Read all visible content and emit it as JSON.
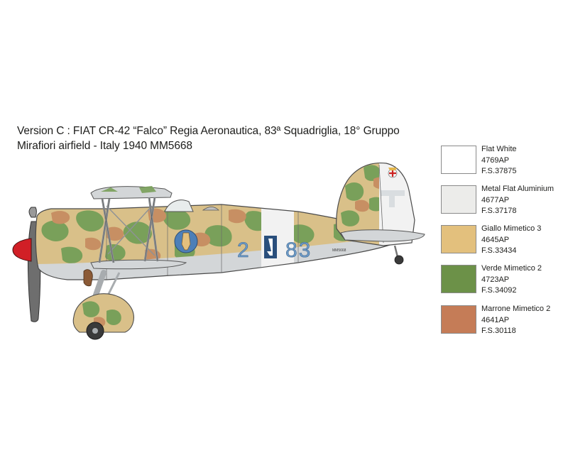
{
  "caption": {
    "line1": "Version C : FIAT CR-42 “Falco” Regia Aeronautica, 83ª Squadriglia, 18° Gruppo",
    "line2": "Mirafiori airfield - Italy 1940 MM5668"
  },
  "aircraft": {
    "code_left": "2",
    "code_right": "83",
    "serial": "MM5668",
    "colors": {
      "camo_base": "#d9c089",
      "camo_green": "#79a05a",
      "camo_brown": "#c78f63",
      "underside": "#d3d6d8",
      "spinner": "#d11f26",
      "code": "#6f9cc8"
    }
  },
  "legend": [
    {
      "name": "Flat White",
      "code1": "4769AP",
      "code2": "F.S.37875",
      "color": "#ffffff"
    },
    {
      "name": "Metal Flat Aluminium",
      "code1": "4677AP",
      "code2": "F.S.37178",
      "color": "#ececea"
    },
    {
      "name": "Giallo Mimetico 3",
      "code1": "4645AP",
      "code2": "F.S.33434",
      "color": "#e3c07d"
    },
    {
      "name": "Verde Mimetico 2",
      "code1": "4723AP",
      "code2": "F.S.34092",
      "color": "#6c9148"
    },
    {
      "name": "Marrone Mimetico 2",
      "code1": "4641AP",
      "code2": "F.S.30118",
      "color": "#c57c57"
    }
  ]
}
